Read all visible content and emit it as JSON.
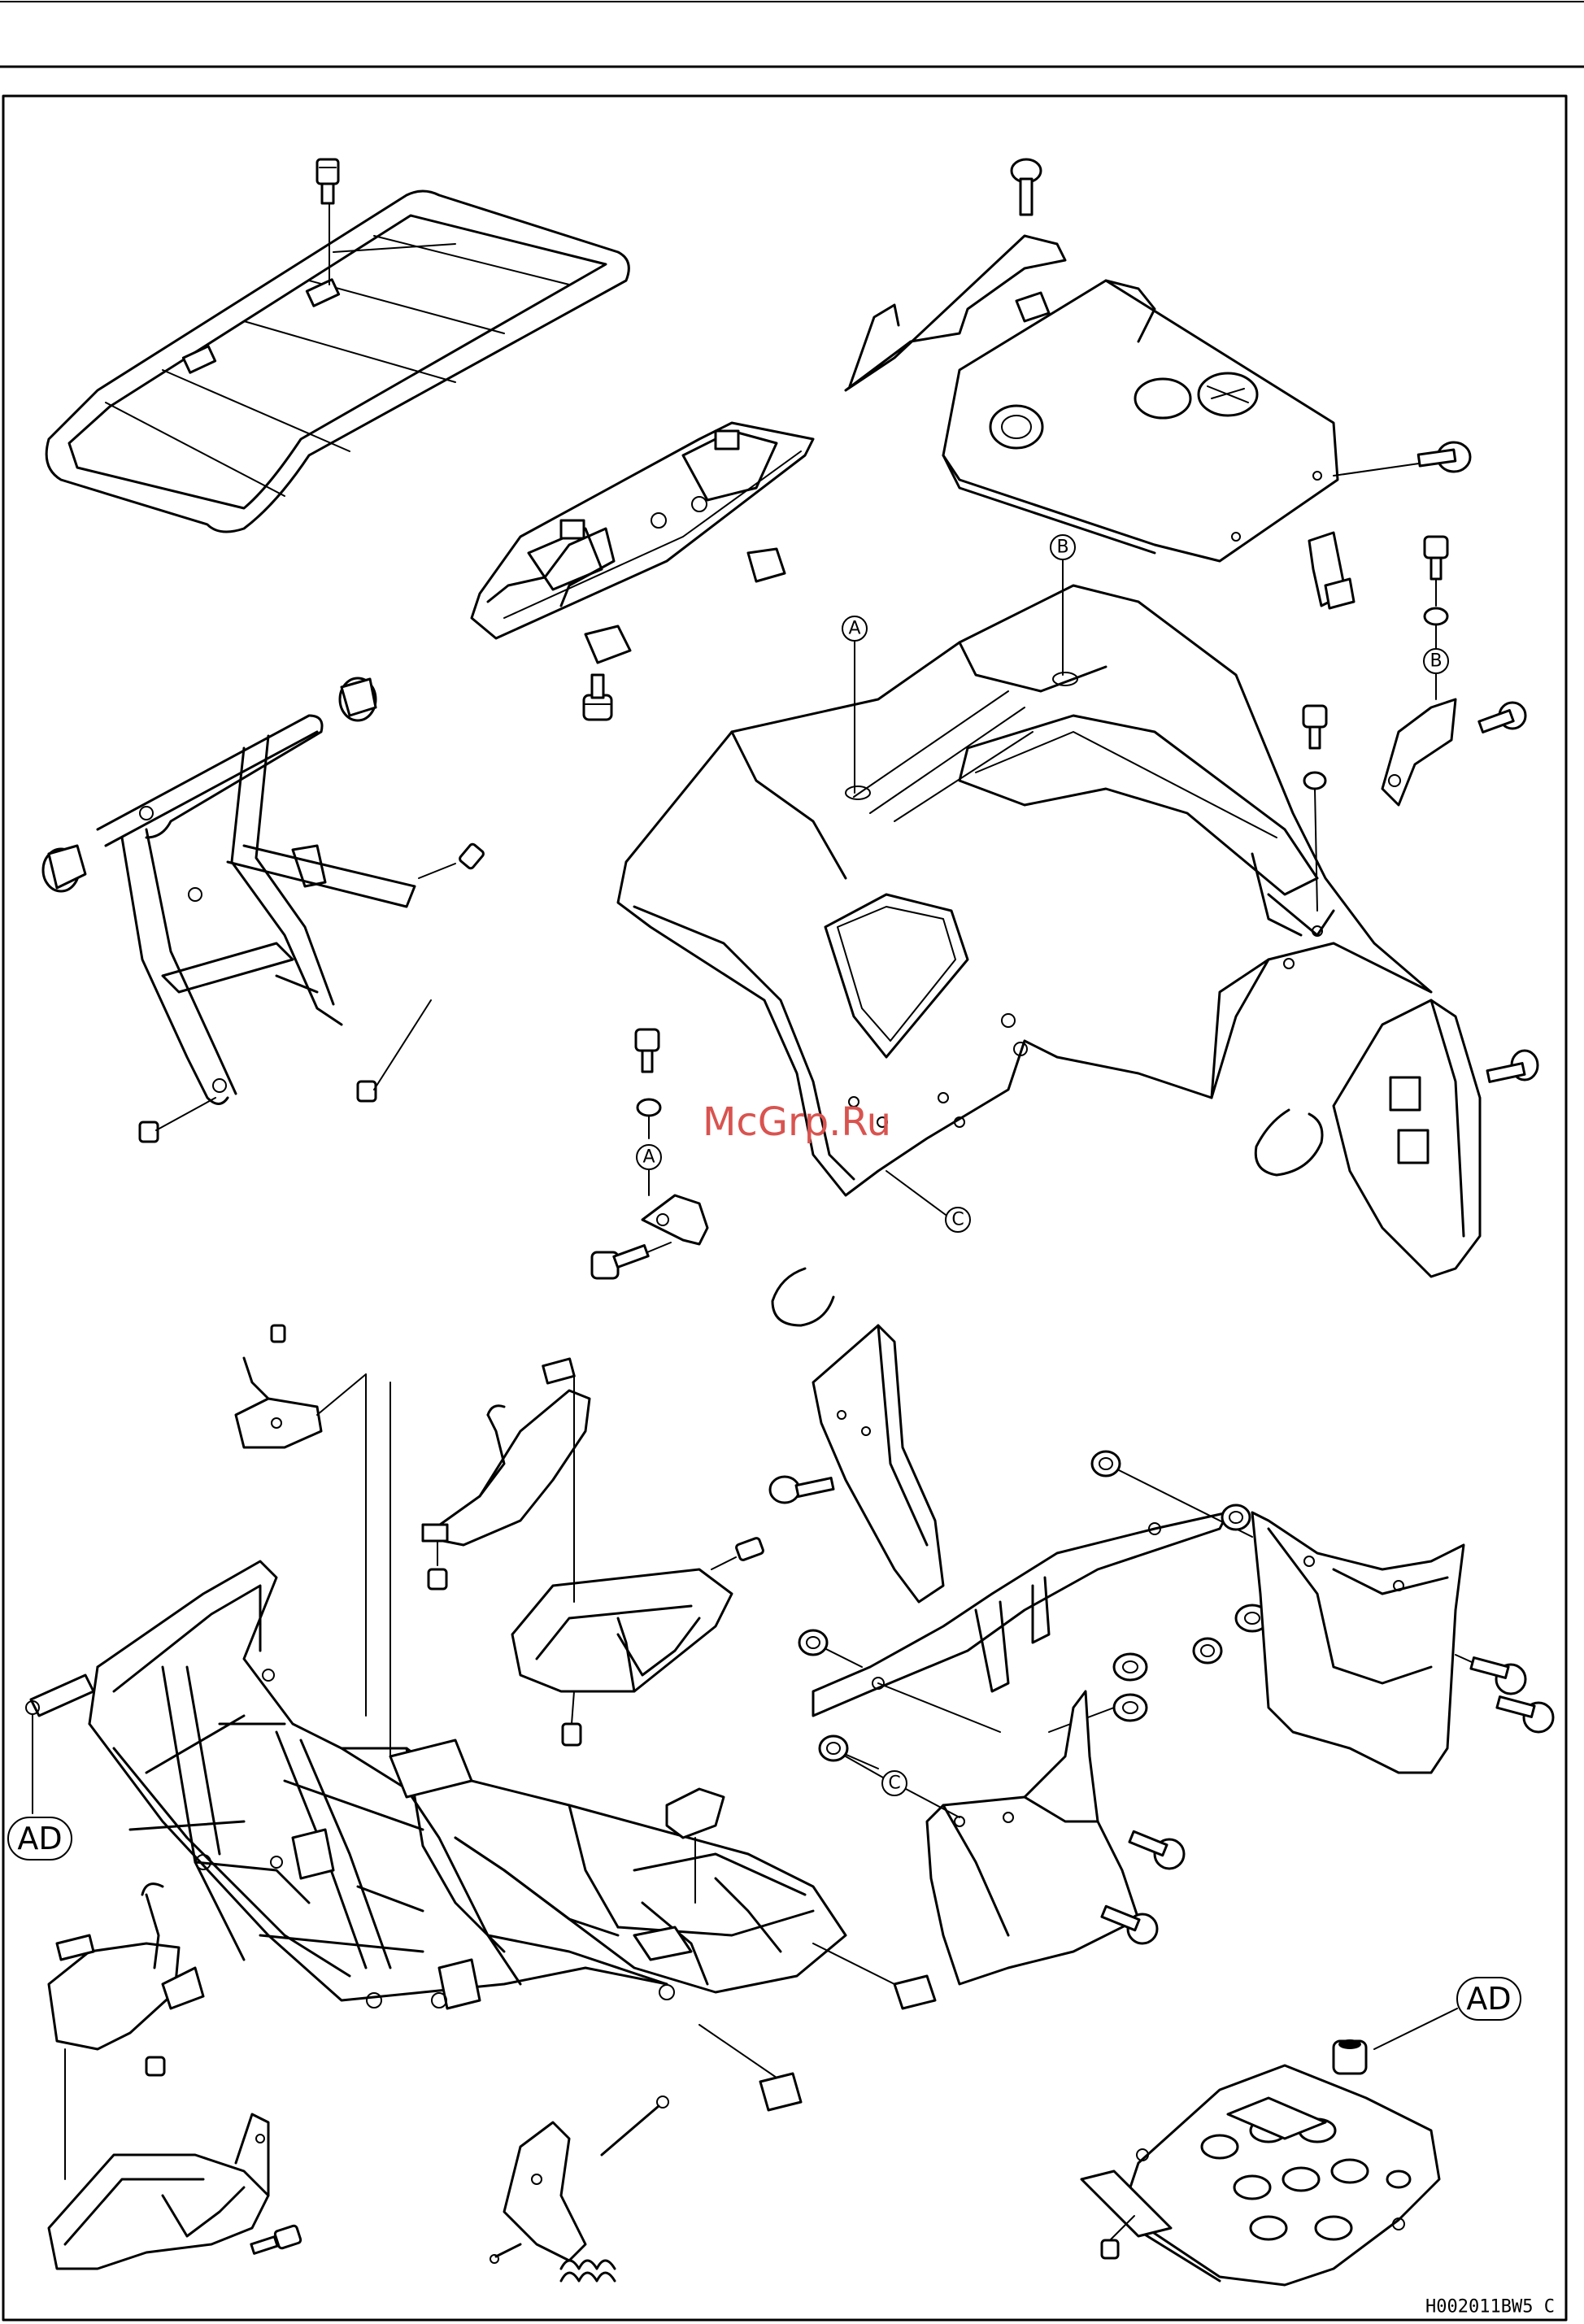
{
  "callouts": {
    "A": "A",
    "B": "B",
    "C": "C",
    "AD": "AD"
  },
  "watermark": "McGrp.Ru",
  "drawing_code": "H002011BW5 C"
}
